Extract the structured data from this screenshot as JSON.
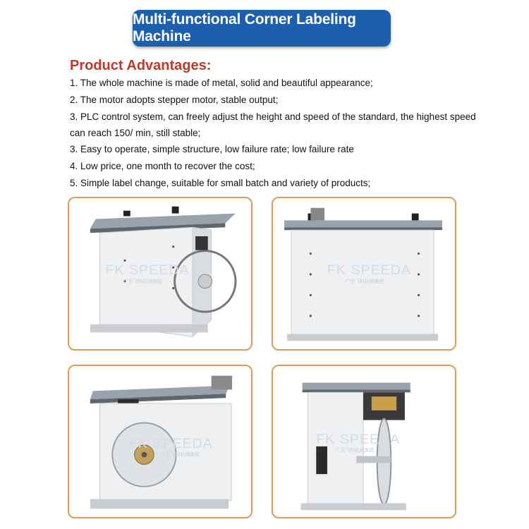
{
  "title": "Multi-functional Corner Labeling Machine",
  "advantages": {
    "heading": "Product Advantages:",
    "items": [
      "1. The whole machine is made of metal, solid and beautiful appearance;",
      "2. The motor adopts stepper motor, stable output;",
      "3.  PLC control system, can freely adjust the height and speed of the standard, the highest speed can reach 150/ min, still stable;",
      "3.  Easy to operate, simple structure, low failure rate; low failure rate",
      "4.  Low price, one month to recover the cost;",
      "5.  Simple label change, suitable for small batch and variety of products;"
    ]
  },
  "photos": {
    "watermark": "FK SPEEDA",
    "watermark_sub": "广东飞科机械集团"
  },
  "colors": {
    "banner": "#1c5fae",
    "heading": "#c0392b",
    "frame": "#e39a55"
  }
}
